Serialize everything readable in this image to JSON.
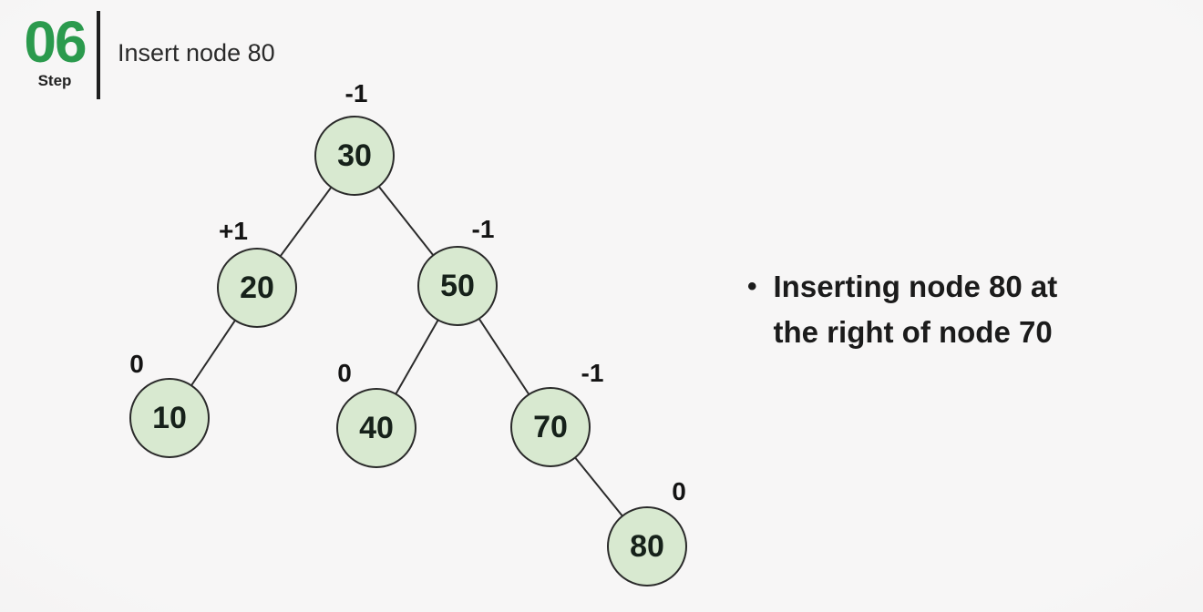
{
  "step": {
    "number": "06",
    "label": "Step",
    "title": "Insert node 80"
  },
  "note": {
    "bullet": "•",
    "line1": "Inserting node 80 at",
    "line2": "the right of node 70"
  },
  "colors": {
    "accent_green": "#2b9a4d",
    "node_fill": "#d8e9d0",
    "node_border": "#2a2a2a",
    "text": "#1b1b1b",
    "background": "#f4f3f3"
  },
  "tree": {
    "nodes": [
      {
        "value": "30",
        "balance": "-1"
      },
      {
        "value": "20",
        "balance": "+1"
      },
      {
        "value": "50",
        "balance": "-1"
      },
      {
        "value": "10",
        "balance": "0"
      },
      {
        "value": "40",
        "balance": "0"
      },
      {
        "value": "70",
        "balance": "-1"
      },
      {
        "value": "80",
        "balance": "0"
      }
    ],
    "edges": [
      [
        "30",
        "20"
      ],
      [
        "30",
        "50"
      ],
      [
        "20",
        "10"
      ],
      [
        "50",
        "40"
      ],
      [
        "50",
        "70"
      ],
      [
        "70",
        "80"
      ]
    ]
  }
}
